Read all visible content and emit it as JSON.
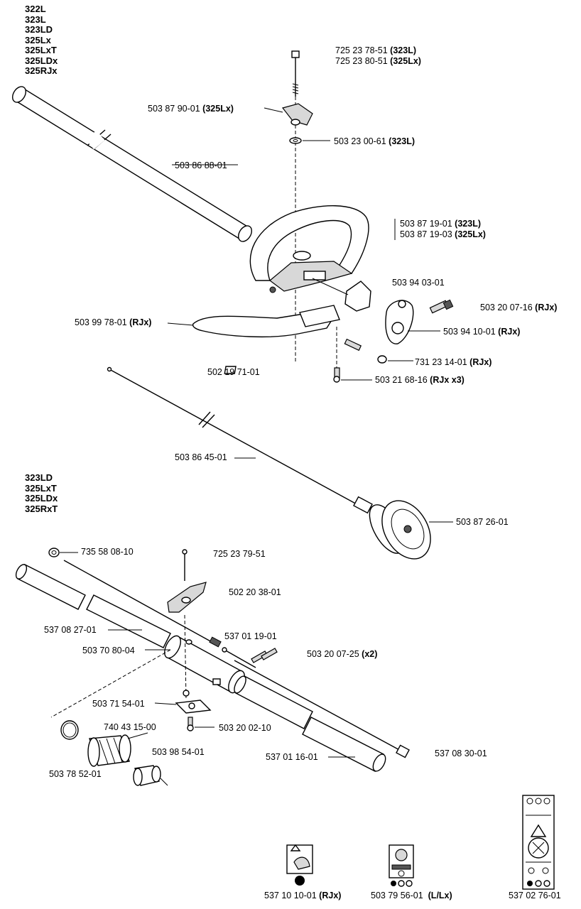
{
  "model_groups": [
    {
      "id": "top",
      "models": [
        "322L",
        "323L",
        "323LD",
        "325Lx",
        "325LxT",
        "325LDx",
        "325RJx"
      ]
    },
    {
      "id": "bottom",
      "models": [
        "323LD",
        "325LxT",
        "325LDx",
        "325RxT"
      ]
    }
  ],
  "part_labels": [
    {
      "id": "p1",
      "number": "725 23 78-51",
      "note": "(323L)"
    },
    {
      "id": "p2",
      "number": "725 23 80-51",
      "note": "(325Lx)"
    },
    {
      "id": "p3",
      "number": "503 87 90-01",
      "note": "(325Lx)"
    },
    {
      "id": "p4",
      "number": "503 23 00-61",
      "note": "(323L)"
    },
    {
      "id": "p5",
      "number": "503 86 88-01",
      "note": ""
    },
    {
      "id": "p6",
      "number": "503 87 19-01",
      "note": "(323L)"
    },
    {
      "id": "p7",
      "number": "503 87 19-03",
      "note": "(325Lx)"
    },
    {
      "id": "p8",
      "number": "503 94 03-01",
      "note": ""
    },
    {
      "id": "p9",
      "number": "503 20 07-16",
      "note": "(RJx)"
    },
    {
      "id": "p10",
      "number": "503 99 78-01",
      "note": "(RJx)"
    },
    {
      "id": "p11",
      "number": "503 94 10-01",
      "note": "(RJx)"
    },
    {
      "id": "p12",
      "number": "731 23 14-01",
      "note": "(RJx)"
    },
    {
      "id": "p13",
      "number": "502 19 71-01",
      "note": ""
    },
    {
      "id": "p14",
      "number": "503 21 68-16",
      "note": "(RJx x3)"
    },
    {
      "id": "p15",
      "number": "503 86 45-01",
      "note": ""
    },
    {
      "id": "p16",
      "number": "503 87 26-01",
      "note": ""
    },
    {
      "id": "p17",
      "number": "735 58 08-10",
      "note": ""
    },
    {
      "id": "p18",
      "number": "725 23 79-51",
      "note": ""
    },
    {
      "id": "p19",
      "number": "502 20 38-01",
      "note": ""
    },
    {
      "id": "p20",
      "number": "537 08 27-01",
      "note": ""
    },
    {
      "id": "p21",
      "number": "537 01 19-01",
      "note": ""
    },
    {
      "id": "p22",
      "number": "503 70 80-04",
      "note": ""
    },
    {
      "id": "p23",
      "number": "503 20 07-25",
      "note": "(x2)"
    },
    {
      "id": "p24",
      "number": "503 71 54-01",
      "note": ""
    },
    {
      "id": "p25",
      "number": "740 43 15-00",
      "note": ""
    },
    {
      "id": "p26",
      "number": "503 20 02-10",
      "note": ""
    },
    {
      "id": "p27",
      "number": "503 98 54-01",
      "note": ""
    },
    {
      "id": "p28",
      "number": "537 01 16-01",
      "note": ""
    },
    {
      "id": "p29",
      "number": "537 08 30-01",
      "note": ""
    },
    {
      "id": "p30",
      "number": "503 78 52-01",
      "note": ""
    },
    {
      "id": "p31",
      "number": "537 10 10-01",
      "note": "(RJx)"
    },
    {
      "id": "p32",
      "number": "503 79 56-01",
      "note": "(L/Lx)"
    },
    {
      "id": "p33",
      "number": "537 02 76-01",
      "note": ""
    }
  ]
}
